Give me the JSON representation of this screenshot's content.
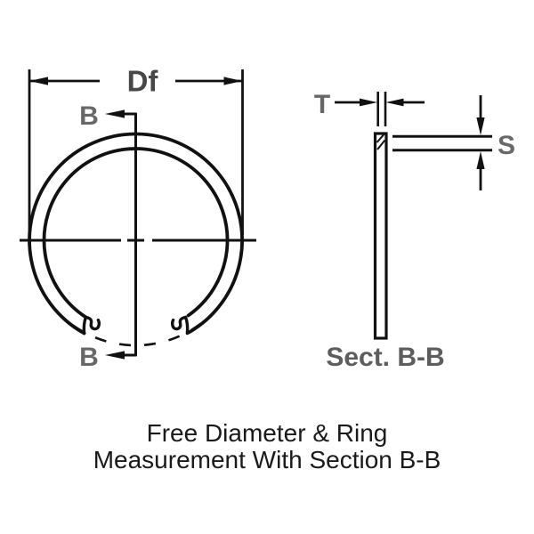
{
  "diagram": {
    "caption": {
      "line1": "Free Diameter & Ring",
      "line2": "Measurement With Section B-B"
    },
    "front_view": {
      "dimension_df": {
        "label": "Df"
      },
      "section_marker_top": {
        "label": "B"
      },
      "section_marker_bottom": {
        "label": "B"
      }
    },
    "section_view": {
      "dimension_t": {
        "label": "T"
      },
      "dimension_s": {
        "label": "S"
      },
      "title": {
        "label": "Sect. B-B"
      }
    },
    "colors": {
      "line": "#111111",
      "label_gray": "#686868",
      "label_dark_gray": "#474747",
      "section_title_gray": "#5d5d5d",
      "caption_black": "#1a1a1a",
      "background": "#ffffff"
    }
  }
}
